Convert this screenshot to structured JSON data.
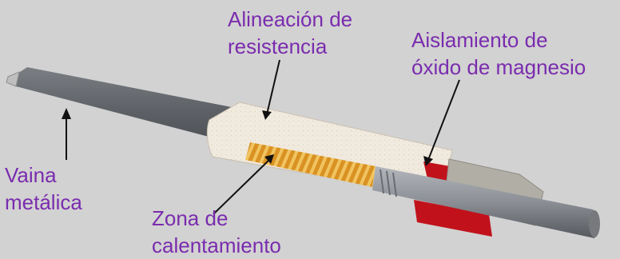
{
  "labels": {
    "resistance_alignment": [
      "Alineación de",
      "resistencia"
    ],
    "magnesium_oxide_insulation": [
      "Aislamiento de",
      "óxido de magnesio"
    ],
    "metal_sheath": [
      "Vaina",
      "metálica"
    ],
    "heating_zone": [
      "Zona de",
      "calentamiento"
    ]
  },
  "colors": {
    "background": "#d2d2d2",
    "label_text": "#7a2cae",
    "sheath": "#55585c",
    "insulation": "#f1eadf",
    "coil": "#e0a232",
    "seal": "#c1121c",
    "pin": "#8d9197",
    "arrow": "#111111"
  }
}
